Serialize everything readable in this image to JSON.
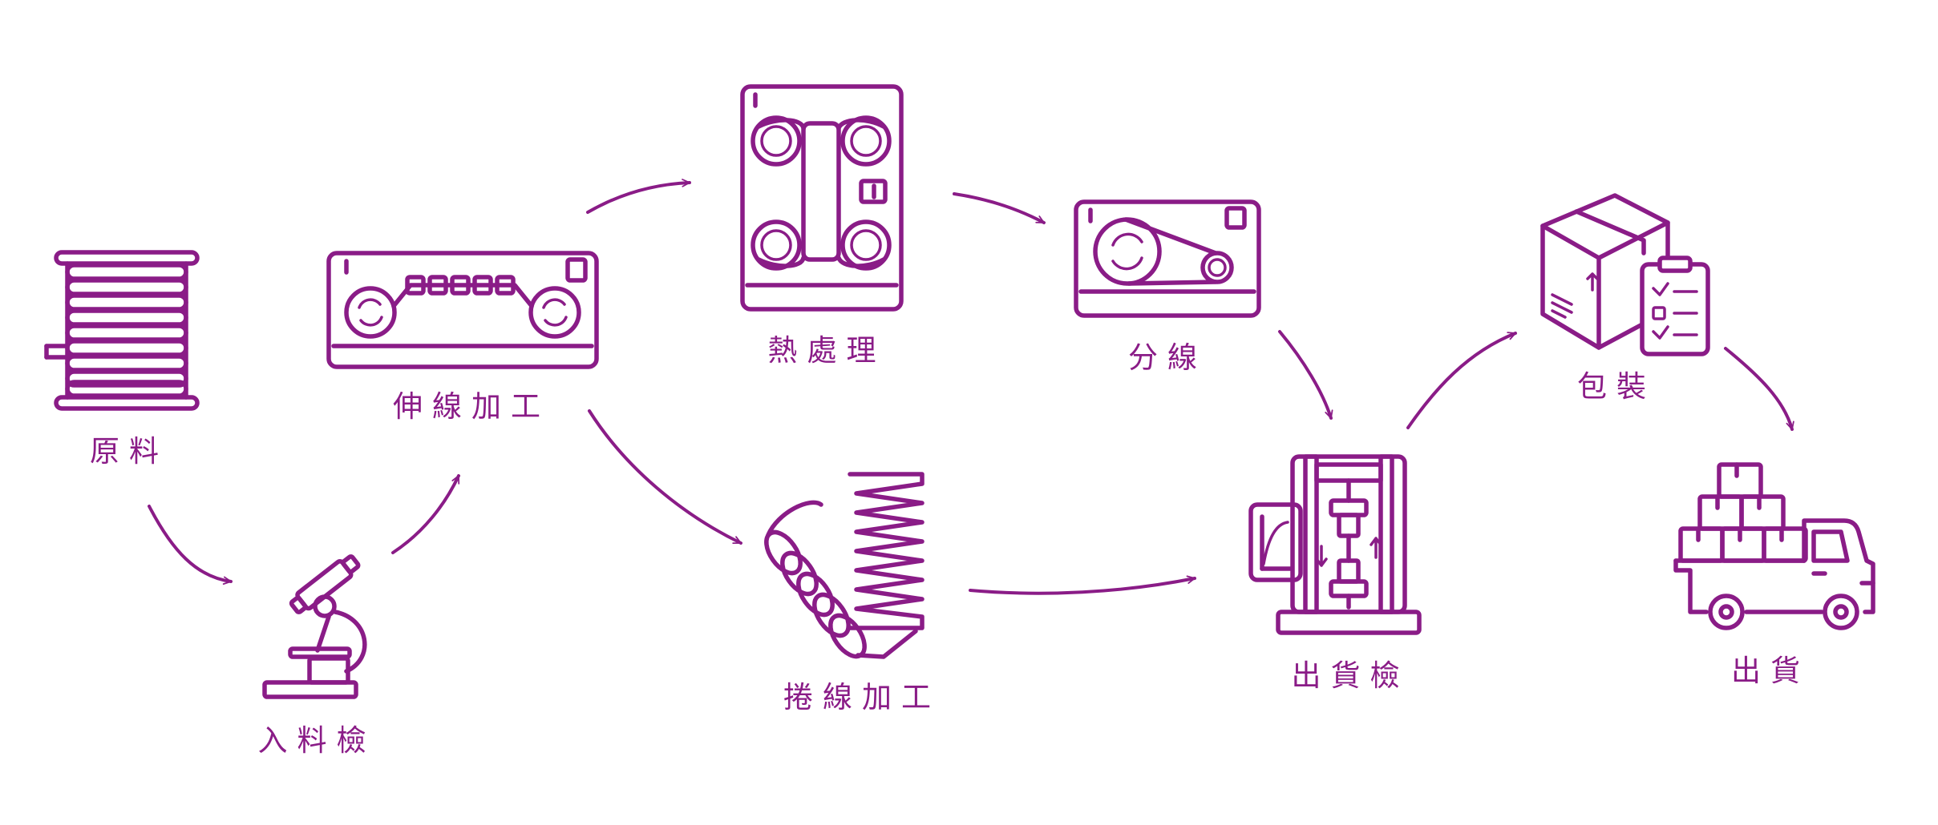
{
  "colors": {
    "accent": "#8a1c87",
    "background": "#ffffff"
  },
  "steps": [
    {
      "id": "raw-material",
      "label": "原料",
      "icon": "wire-spool-icon"
    },
    {
      "id": "incoming-inspection",
      "label": "入料檢",
      "icon": "microscope-icon"
    },
    {
      "id": "wire-drawing",
      "label": "伸線加工",
      "icon": "wire-drawing-machine-icon"
    },
    {
      "id": "heat-treatment",
      "label": "熱處理",
      "icon": "heat-treatment-furnace-icon"
    },
    {
      "id": "wire-splitting",
      "label": "分線",
      "icon": "wire-splitting-machine-icon"
    },
    {
      "id": "coiling",
      "label": "捲線加工",
      "icon": "spring-coil-icon"
    },
    {
      "id": "outgoing-inspection",
      "label": "出貨檢",
      "icon": "tensile-tester-icon"
    },
    {
      "id": "packaging",
      "label": "包裝",
      "icon": "box-checklist-icon"
    },
    {
      "id": "shipping",
      "label": "出貨",
      "icon": "delivery-truck-icon"
    }
  ]
}
